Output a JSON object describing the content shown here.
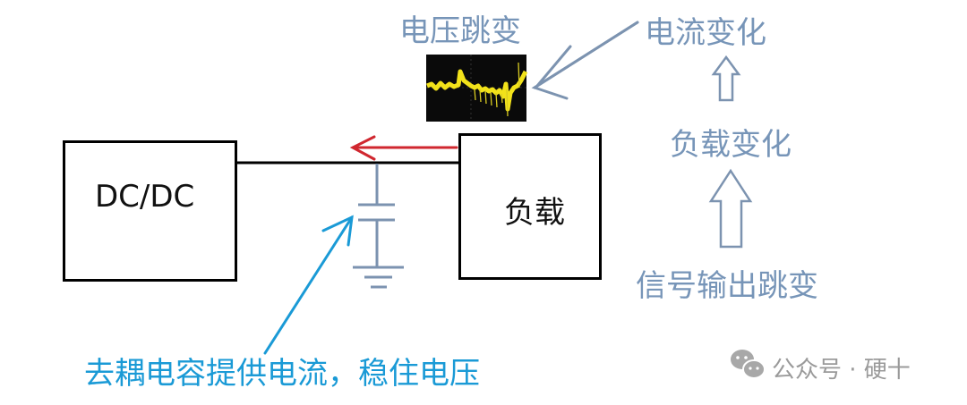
{
  "diagram": {
    "blocks": {
      "dcdc": {
        "label": "DC/DC"
      },
      "load": {
        "label": "负载"
      }
    },
    "labels": {
      "voltage_jump": "电压跳变",
      "current_change": "电流变化",
      "load_change": "负载变化",
      "signal_output_jump": "信号输出跳变",
      "decoupling_note": "去耦电容提供电流，稳住电压"
    },
    "flow_chain": [
      "信号输出跳变",
      "负载变化",
      "电流变化"
    ],
    "colors": {
      "wire": "#000000",
      "current_arrow": "#d0272f",
      "capacitor": "#7c93b0",
      "annotation_blue": "#7795b8",
      "note_cyan": "#1a9ad6",
      "waveform": "#f2e21a",
      "scope_bg": "#0a0a0a"
    }
  },
  "watermark": {
    "icon": "wechat-icon",
    "text": "公众号 · 硬十"
  }
}
